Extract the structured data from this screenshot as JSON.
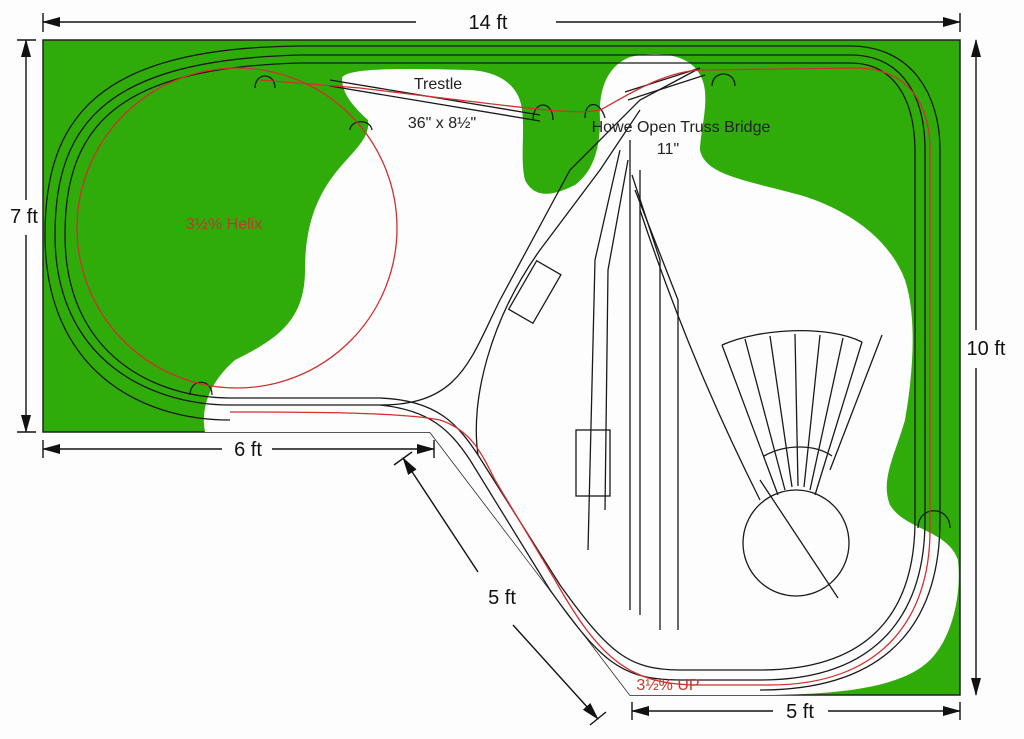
{
  "dimensions": {
    "top": "14 ft",
    "left": "7 ft",
    "right": "10 ft",
    "lower_left": "6 ft",
    "diagonal": "5 ft",
    "bottom": "5 ft"
  },
  "labels": {
    "trestle": "Trestle",
    "trestle_size": "36\" x 8½\"",
    "bridge": "Howe Open Truss Bridge",
    "bridge_size": "11\"",
    "helix": "3½% Helix",
    "grade": "3½% UP"
  },
  "colors": {
    "scenery_green": "#2fac0a",
    "track_black": "#1a1a1a",
    "track_red": "#d03030",
    "open_area": "#fdfdfd"
  }
}
